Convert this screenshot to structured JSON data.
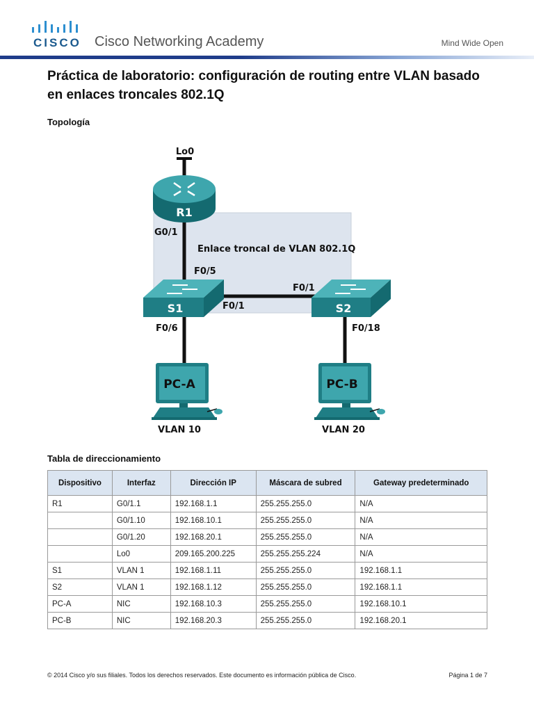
{
  "header": {
    "brand": "CISCO",
    "academy": "Cisco Networking Academy",
    "tagline": "Mind Wide Open"
  },
  "title": "Práctica de laboratorio: configuración de routing entre VLAN basado en enlaces troncales 802.1Q",
  "topology": {
    "heading": "Topología",
    "loopback_label": "Lo0",
    "router_label": "R1",
    "router_port": "G0/1",
    "trunk_label": "Enlace troncal de VLAN 802.1Q",
    "s1_label": "S1",
    "s1_port_up": "F0/5",
    "s1_port_right": "F0/1",
    "s1_port_down": "F0/6",
    "s2_label": "S2",
    "s2_port_left": "F0/1",
    "s2_port_down": "F0/18",
    "pca_label": "PC-A",
    "pcb_label": "PC-B",
    "vlan_a": "VLAN 10",
    "vlan_b": "VLAN 20"
  },
  "addressing": {
    "heading": "Tabla de direccionamiento",
    "columns": [
      "Dispositivo",
      "Interfaz",
      "Dirección IP",
      "Máscara de subred",
      "Gateway predeterminado"
    ],
    "rows": [
      [
        "R1",
        "G0/1.1",
        "192.168.1.1",
        "255.255.255.0",
        "N/A"
      ],
      [
        "",
        "G0/1.10",
        "192.168.10.1",
        "255.255.255.0",
        "N/A"
      ],
      [
        "",
        "G0/1.20",
        "192.168.20.1",
        "255.255.255.0",
        "N/A"
      ],
      [
        "",
        "Lo0",
        "209.165.200.225",
        "255.255.255.224",
        "N/A"
      ],
      [
        "S1",
        "VLAN 1",
        "192.168.1.11",
        "255.255.255.0",
        "192.168.1.1"
      ],
      [
        "S2",
        "VLAN 1",
        "192.168.1.12",
        "255.255.255.0",
        "192.168.1.1"
      ],
      [
        "PC-A",
        "NIC",
        "192.168.10.3",
        "255.255.255.0",
        "192.168.10.1"
      ],
      [
        "PC-B",
        "NIC",
        "192.168.20.3",
        "255.255.255.0",
        "192.168.20.1"
      ]
    ]
  },
  "footer": {
    "copyright": "© 2014 Cisco y/o sus filiales. Todos los derechos reservados. Este documento es información pública de Cisco.",
    "page": "Página 1 de 7"
  },
  "colors": {
    "brand_blue": "#1b5a8e",
    "device_teal": "#1f7e85",
    "table_header": "#dbe5f1"
  }
}
